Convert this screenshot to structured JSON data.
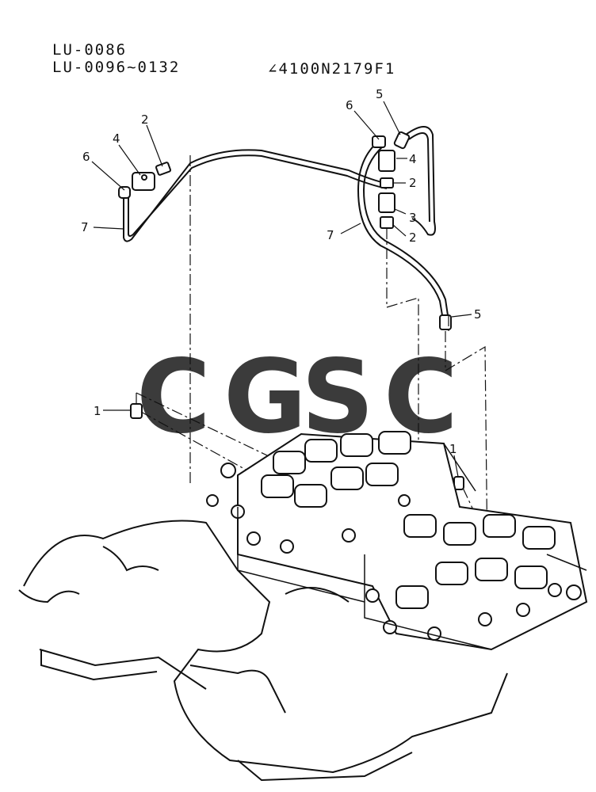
{
  "header": {
    "model_line_1": "LU-0086",
    "model_line_2": "LU-0096~0132",
    "part_code": "∠4100N2179F1"
  },
  "callouts": {
    "c1a": "1",
    "c1b": "1",
    "c2a": "2",
    "c2b": "2",
    "c2c": "2",
    "c3": "3",
    "c4a": "4",
    "c4b": "4",
    "c5a": "5",
    "c5b": "5",
    "c6a": "6",
    "c6b": "6",
    "c7a": "7",
    "c7b": "7"
  },
  "watermark": {
    "letters": [
      "C",
      "G",
      "S",
      "C"
    ],
    "colors": [
      "#7aa7f5",
      "#f28b82",
      "#f8d36a",
      "#6fbf8e"
    ]
  }
}
